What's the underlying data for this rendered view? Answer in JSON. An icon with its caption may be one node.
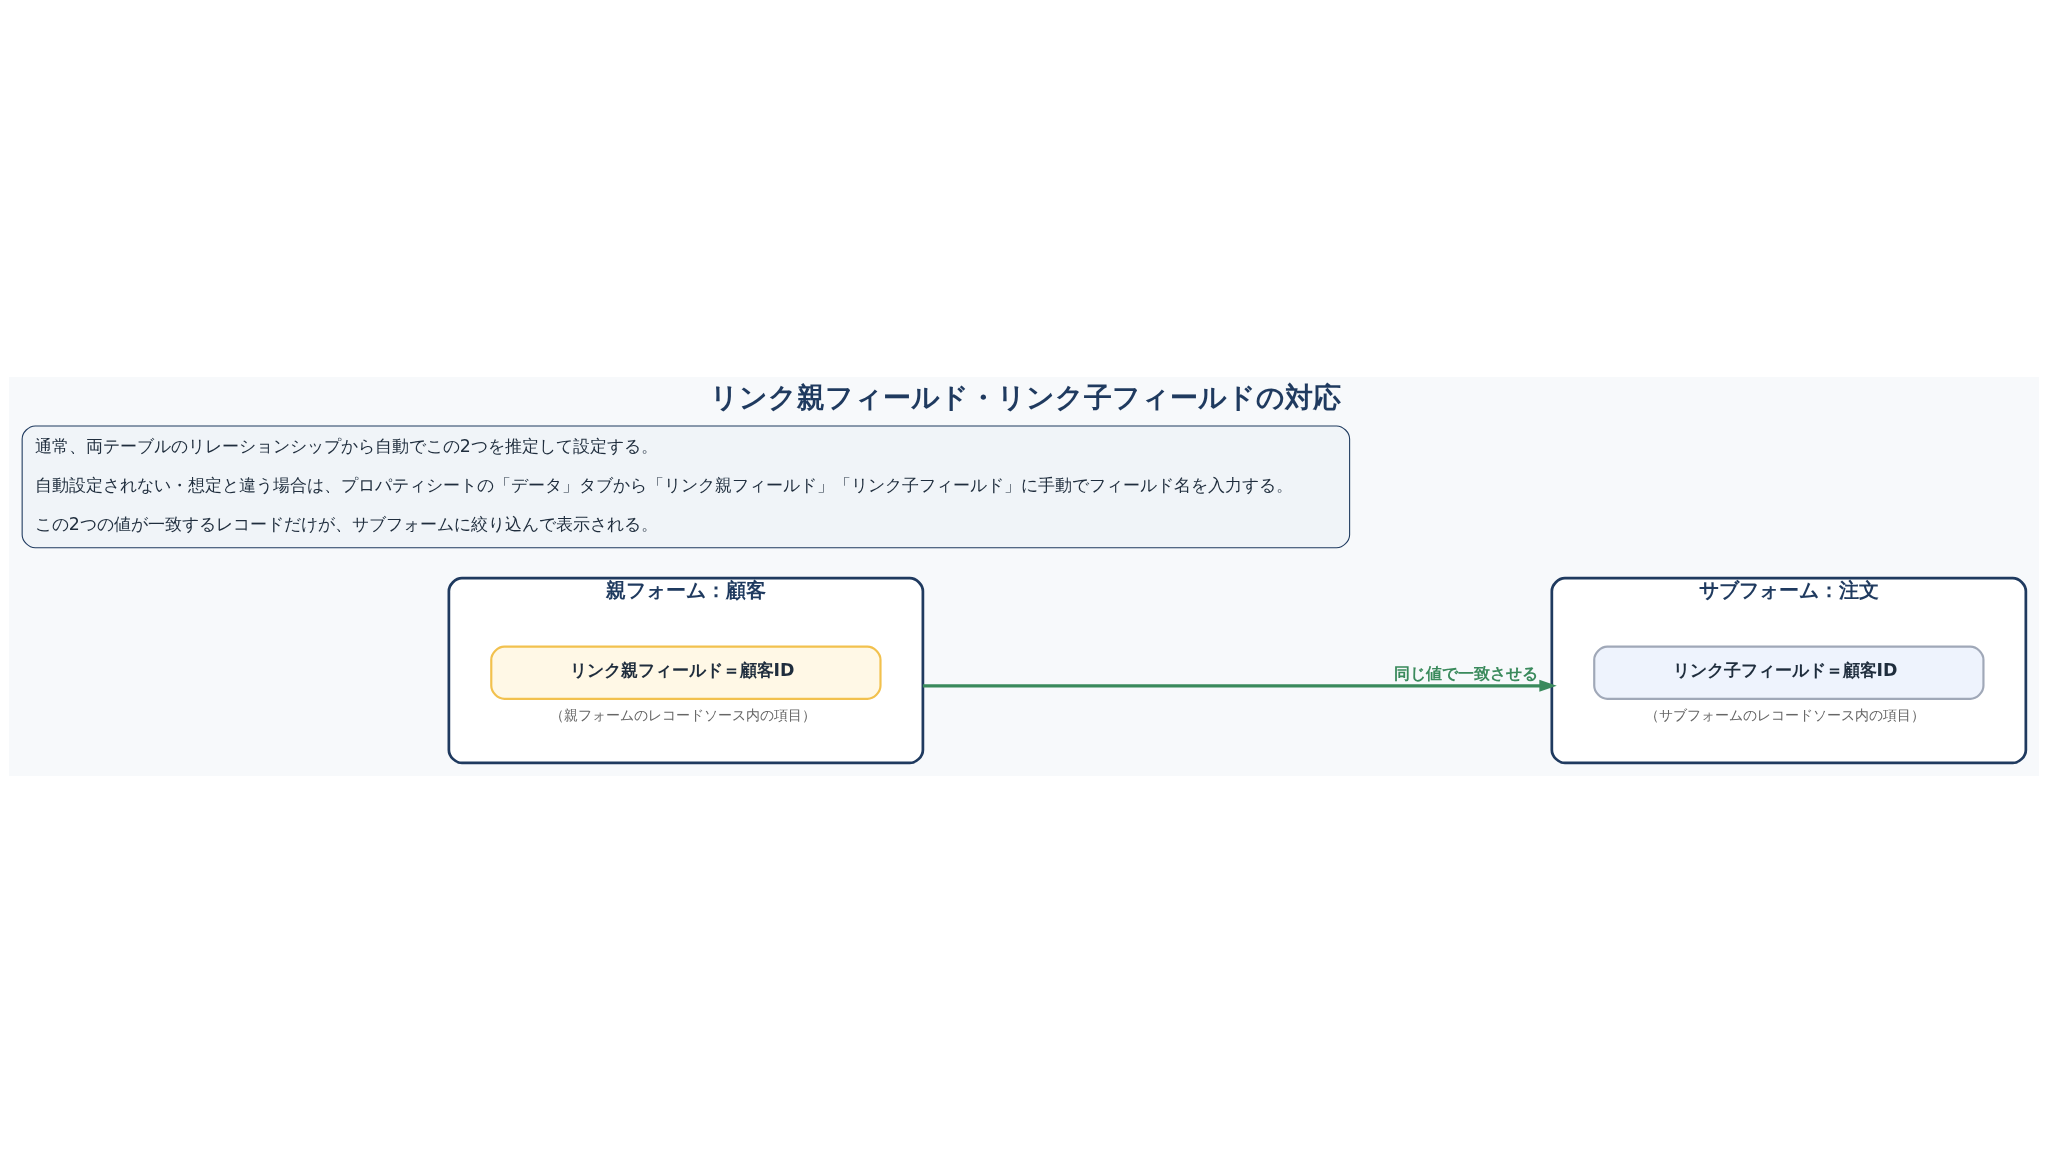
{
  "diagram": {
    "title": "リンク親フィールド・リンク子フィールドの対応",
    "nodes": [
      {
        "text": [
          "親フォーム：顧客"
        ]
      },
      {
        "text": [
          "リンク親フィールド＝顧客ID"
        ],
        "in": 0,
        "beside": [
          "（親フォームのレコードソース内の項目）"
        ]
      },
      {
        "text": [
          "サブフォーム：注文"
        ]
      },
      {
        "text": [
          "リンク子フィールド＝顧客ID"
        ],
        "in": 2,
        "beside": [
          "（サブフォームのレコードソース内の項目）"
        ]
      },
      {
        "text": [
          "通常、両テーブルのリレーションシップから自動でこの2つを推定して設定する。",
          "自動設定されない・想定と違う場合は、プロパティシートの「データ」タブから「リンク親フィールド」「リンク子フィールド」に手動でフィールド名を入力する。",
          "この2つの値が一致するレコードだけが、サブフォームに絞り込んで表示される。"
        ]
      }
    ],
    "edges": [
      {
        "from": 0,
        "to": 2,
        "arrow": "to",
        "label": "同じ値で一致させる",
        "color": "#3a8a5c"
      }
    ]
  }
}
